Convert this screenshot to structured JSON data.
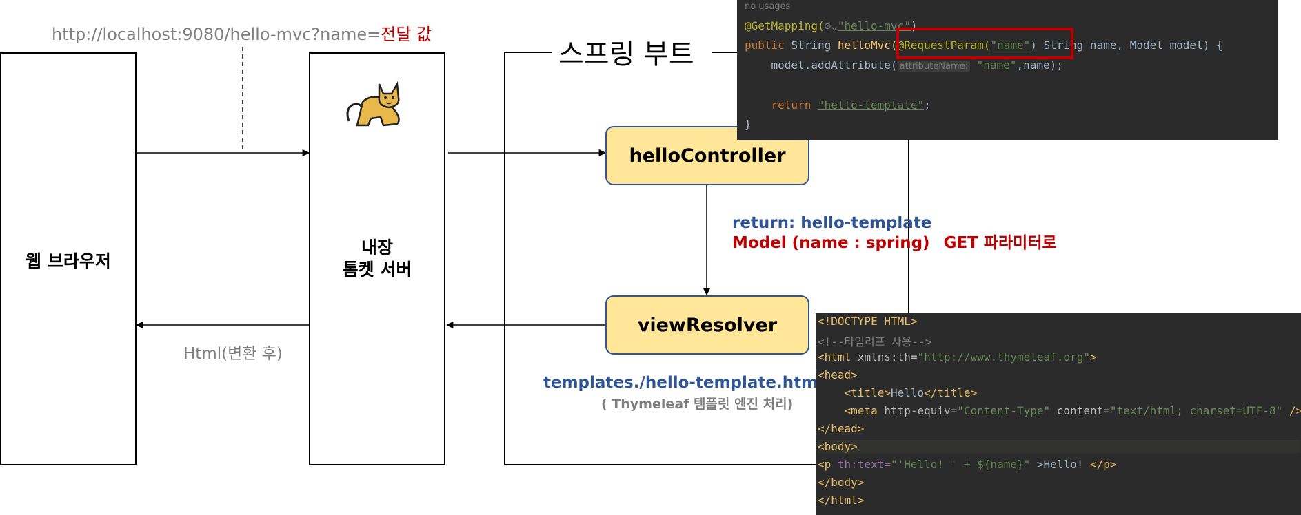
{
  "url": {
    "prefix": "http://localhost:9080/hello-mvc?name=",
    "value": "전달 값"
  },
  "browser": {
    "label": "웹 브라우저"
  },
  "tomcat": {
    "label_line1": "내장",
    "label_line2": "톰켓 서버"
  },
  "spring": {
    "label": "스프링 부트"
  },
  "controller": {
    "label": "helloController"
  },
  "resolver": {
    "label": "viewResolver"
  },
  "return_text": {
    "line1": "return: hello-template",
    "line2": "Model (name : spring)",
    "line3": "GET 파라미터로"
  },
  "html_return": {
    "label": "Html(변환 후)"
  },
  "template_path": {
    "line1": "templates./hello-template.html",
    "line2": "( Thymeleaf 템플릿 엔진 처리)"
  },
  "colors": {
    "accent_red": "#c00000",
    "accent_blue": "#2f5597",
    "box_fill": "#ffe699",
    "code_bg": "#2b2b2b"
  },
  "java_code": {
    "no_usages": "no usages",
    "l1_annot": "@GetMapping(",
    "l1_path": "\"hello-mvc\"",
    "l1_end": ")",
    "l2_public": "public ",
    "l2_type": "String ",
    "l2_method": "helloMvc(",
    "l2_annot": "@RequestParam(",
    "l2_param": "\"name\"",
    "l2_rest": ") String name, Model model) {",
    "l3_call": "    model.addAttribute(",
    "l3_hint": "attributeName:",
    "l3_arg": "\"name\"",
    "l3_end": ",name);",
    "l5_return": "    return ",
    "l5_value": "\"hello-template\"",
    "l5_end": ";",
    "l6": "}"
  },
  "html_code": {
    "l1": "<!DOCTYPE HTML>",
    "l2": "<!--타임리프 사용-->",
    "l3_tag": "<html",
    "l3_attr": " xmlns:th=",
    "l3_val": "\"http://www.thymeleaf.org\"",
    "l3_end": ">",
    "l4": "<head>",
    "l5_open": "    <title>",
    "l5_text": "Hello",
    "l5_close": "</title>",
    "l6_tag": "    <meta",
    "l6_attr1": " http-equiv=",
    "l6_val1": "\"Content-Type\"",
    "l6_attr2": " content=",
    "l6_val2": "\"text/html; charset=UTF-8\"",
    "l6_end": " />",
    "l7": "</head>",
    "l8": "<body>",
    "l9_tag": "<p ",
    "l9_attr": "th:text=",
    "l9_val": "\"'Hello! ' + ${name}\"",
    "l9_text": " >Hello! ",
    "l9_close": "</p>",
    "l10": "</body>",
    "l11": "</html>"
  }
}
